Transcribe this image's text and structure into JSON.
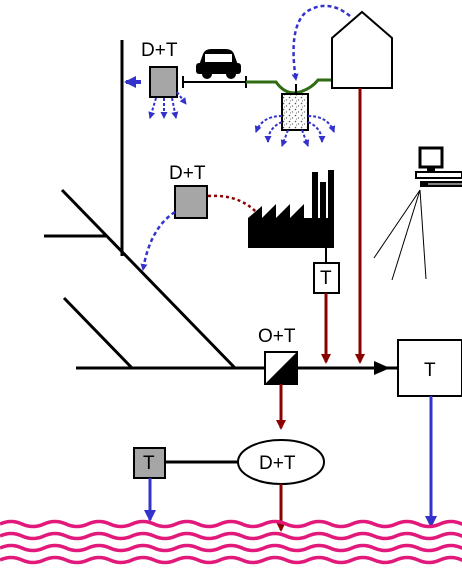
{
  "labels": {
    "top_box": "D+T",
    "mid_box": "D+T",
    "factory_treatment": "T",
    "overflow": "O+T",
    "plant": "T",
    "lower_box": "T",
    "ellipse": "D+T"
  },
  "icons": [
    "car-icon",
    "house-icon",
    "factory-icon",
    "computer-icon",
    "infiltration-icon",
    "river-icon"
  ],
  "colors": {
    "blue_flow": "#3333cc",
    "dark_red_flow": "#8b0000",
    "green_road": "#2e6b12",
    "river": "#e0197a",
    "box_gray": "#a6a6a6"
  }
}
